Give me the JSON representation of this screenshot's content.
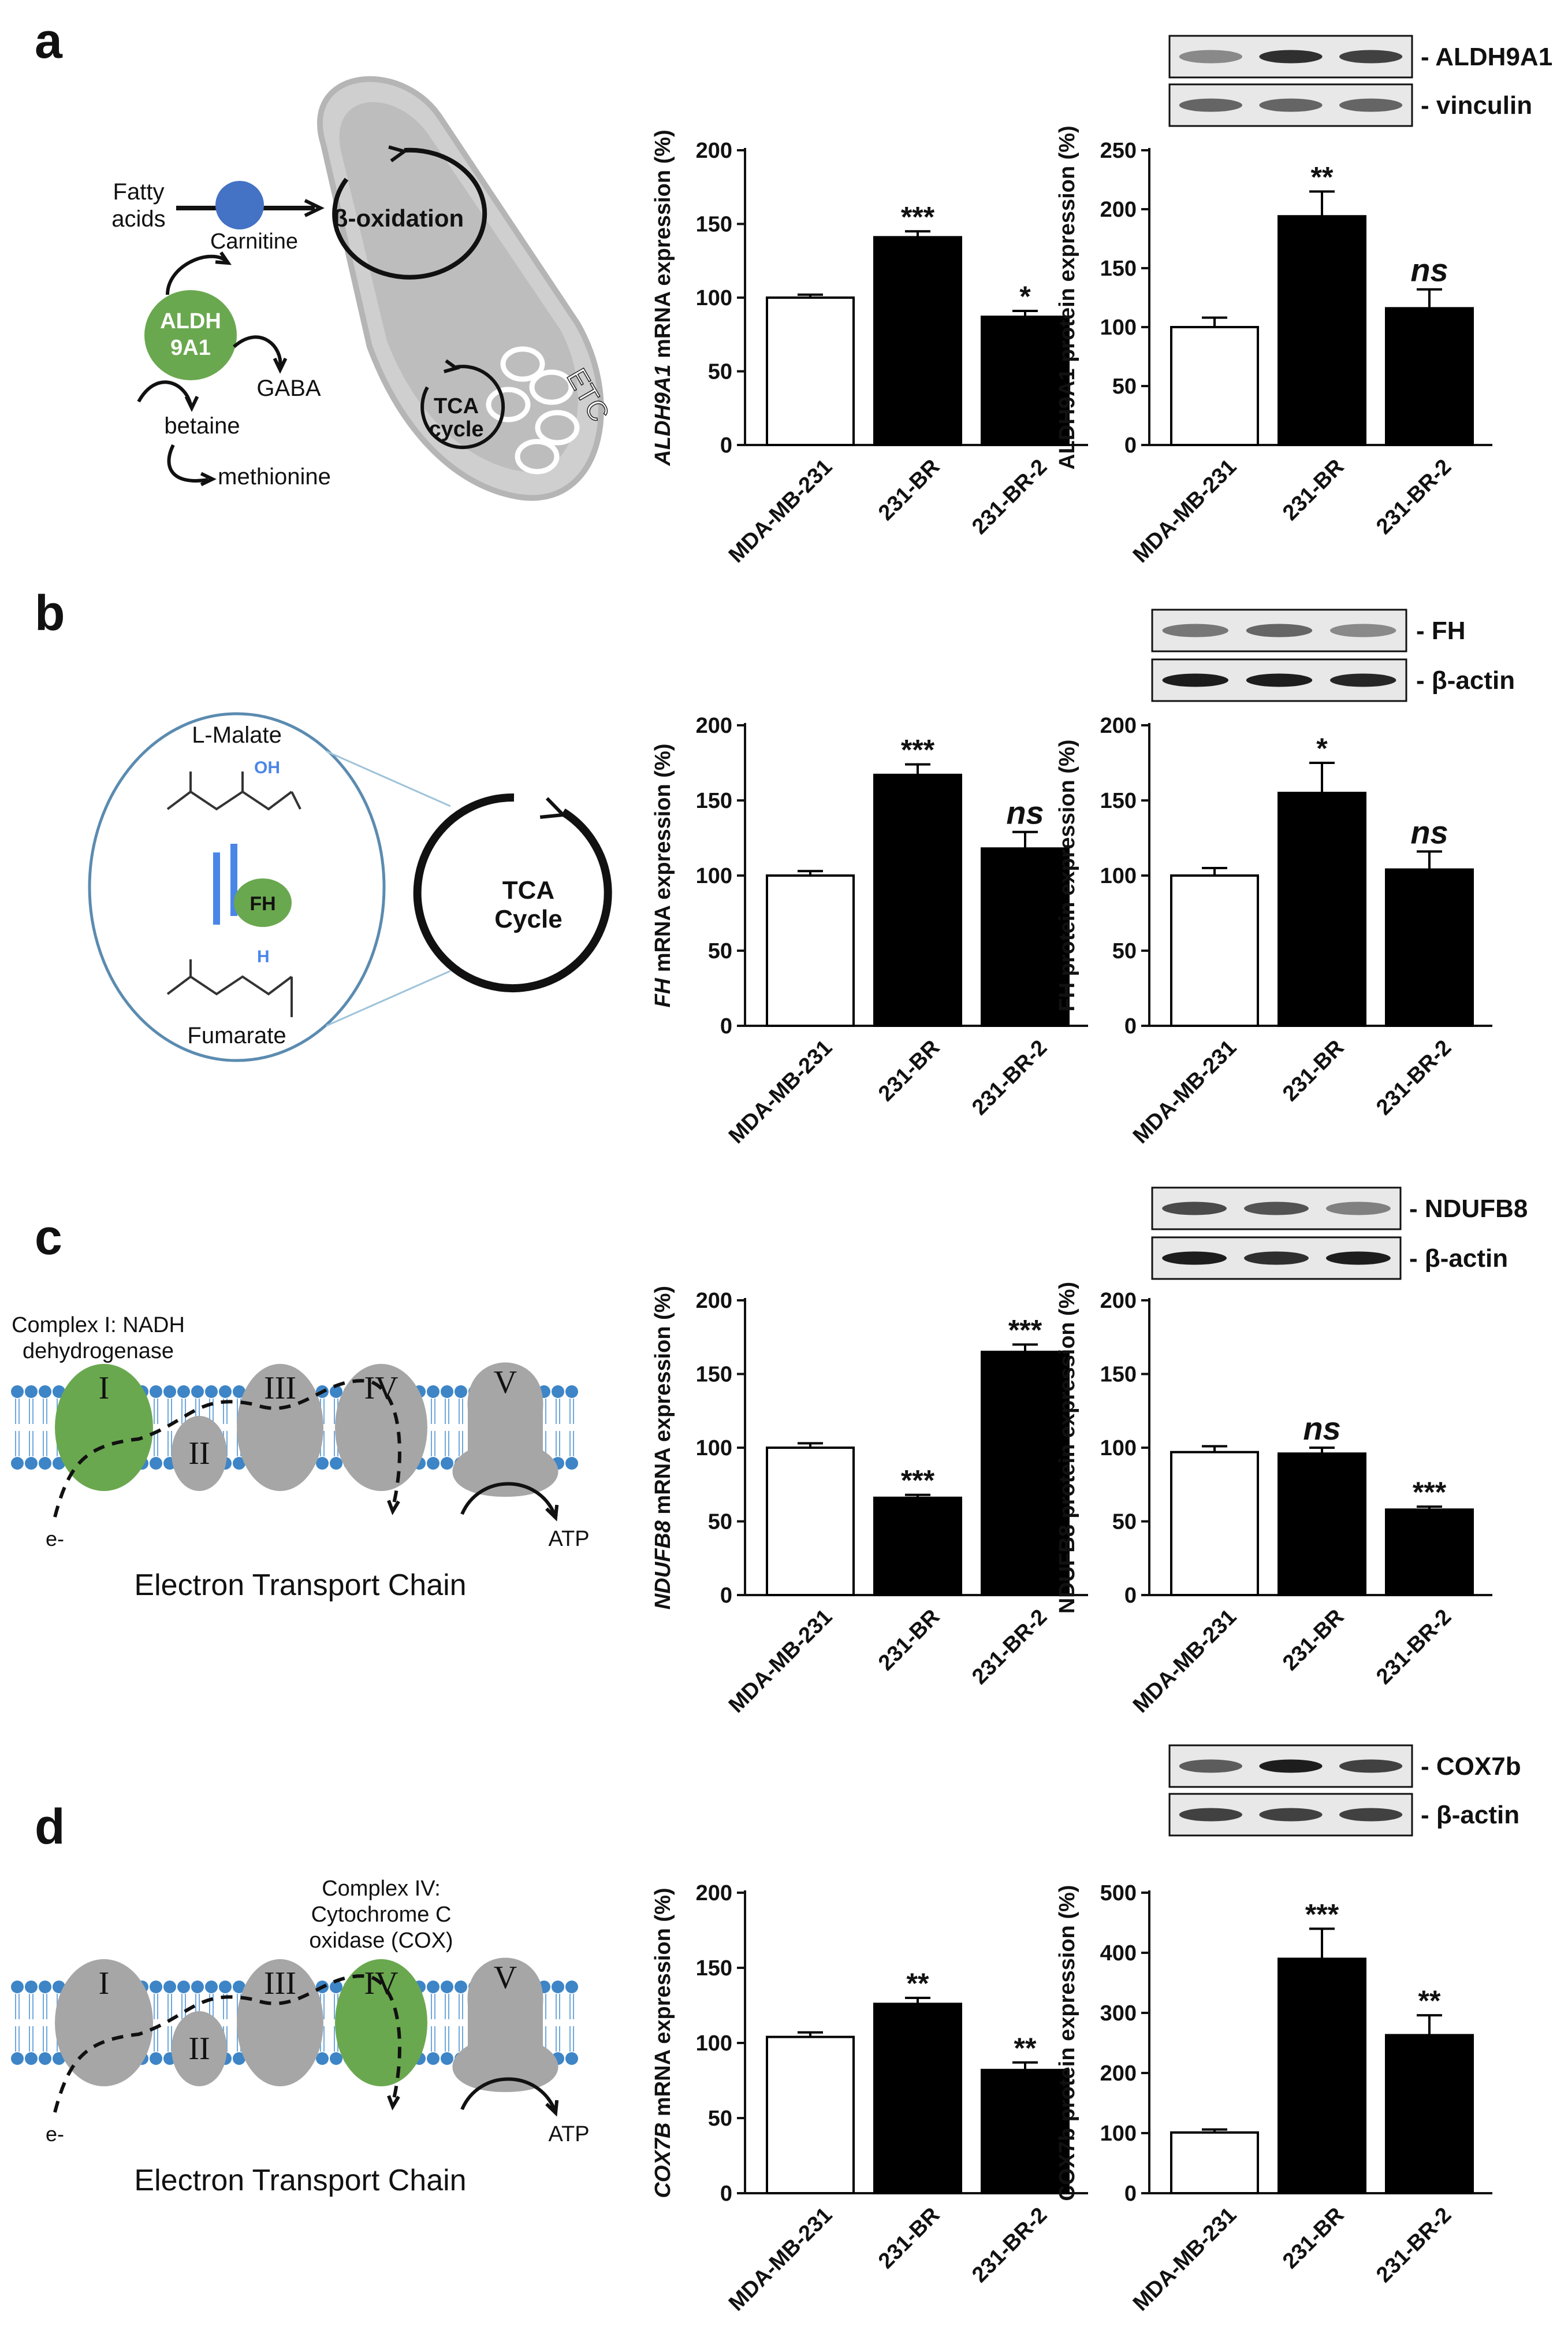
{
  "panels": [
    {
      "letter": "a",
      "diagram": {
        "kind": "aldh9a1",
        "labels": {
          "fatty_acids_1": "Fatty",
          "fatty_acids_2": "acids",
          "carnitine": "Carnitine",
          "enzyme_1": "ALDH",
          "enzyme_2": "9A1",
          "gaba": "GABA",
          "betaine": "betaine",
          "methionine": "methionine",
          "beta_ox": "β-oxidation",
          "tca_1": "TCA",
          "tca_2": "cycle",
          "etc": "ETC"
        }
      },
      "blot": {
        "rows": [
          "- ALDH9A1",
          "- vinculin"
        ],
        "bands": [
          [
            0.35,
            0.85,
            0.75
          ],
          [
            0.55,
            0.55,
            0.55
          ]
        ]
      },
      "charts": [
        {
          "ylabel_italic": "ALDH9A1",
          "ylabel_rest": " mRNA expression (%)"
        },
        {
          "ylabel_italic": "",
          "ylabel_rest": "ALDH9A1 protein expression (%)"
        }
      ]
    },
    {
      "letter": "b",
      "diagram": {
        "kind": "fh",
        "labels": {
          "malate": "L-Malate",
          "fumarate": "Fumarate",
          "enzyme": "FH",
          "oh": "OH",
          "h": "H",
          "tca_1": "TCA",
          "tca_2": "Cycle"
        }
      },
      "blot": {
        "rows": [
          "- FH",
          "- β-actin"
        ],
        "bands": [
          [
            0.45,
            0.55,
            0.35
          ],
          [
            0.95,
            0.95,
            0.9
          ]
        ]
      },
      "charts": [
        {
          "ylabel_italic": "FH",
          "ylabel_rest": " mRNA expression (%)"
        },
        {
          "ylabel_italic": "",
          "ylabel_rest": "FH protein expression (%)"
        }
      ]
    },
    {
      "letter": "c",
      "diagram": {
        "kind": "etc",
        "highlight": "I",
        "labels": {
          "title_1": "Complex I: NADH",
          "title_2": "dehydrogenase",
          "e": "e-",
          "atp": "ATP",
          "chain": "Electron Transport Chain"
        }
      },
      "blot": {
        "rows": [
          "- NDUFB8",
          "- β-actin"
        ],
        "bands": [
          [
            0.7,
            0.65,
            0.4
          ],
          [
            0.95,
            0.85,
            0.95
          ]
        ]
      },
      "charts": [
        {
          "ylabel_italic": "NDUFB8",
          "ylabel_rest": " mRNA expression (%)"
        },
        {
          "ylabel_italic": "",
          "ylabel_rest": "NDUFB8 protein expression (%)"
        }
      ]
    },
    {
      "letter": "d",
      "diagram": {
        "kind": "etc",
        "highlight": "IV",
        "labels": {
          "title_0": "Complex IV:",
          "title_1": "Cytochrome C",
          "title_2": "oxidase (COX)",
          "e": "e-",
          "atp": "ATP",
          "chain": "Electron Transport Chain"
        }
      },
      "blot": {
        "rows": [
          "- COX7b",
          "- β-actin"
        ],
        "bands": [
          [
            0.6,
            0.95,
            0.75
          ],
          [
            0.75,
            0.75,
            0.75
          ]
        ]
      },
      "charts": [
        {
          "ylabel_italic": "COX7B",
          "ylabel_rest": " mRNA expression (%)"
        },
        {
          "ylabel_italic": "",
          "ylabel_rest": "COX7b protein expression (%)"
        }
      ]
    }
  ],
  "chart_data": [
    {
      "panel": "a",
      "type": "bar",
      "categories": [
        "MDA-MB-231",
        "231-BR",
        "231-BR-2"
      ],
      "values": [
        100,
        141,
        87
      ],
      "errors": [
        2,
        4,
        4
      ],
      "significance": [
        "",
        "***",
        "*"
      ],
      "ylabel": "ALDH9A1 mRNA expression (%)",
      "ylim": [
        0,
        200
      ],
      "yticks": [
        0,
        50,
        100,
        150,
        200
      ]
    },
    {
      "panel": "a",
      "type": "bar",
      "categories": [
        "MDA-MB-231",
        "231-BR",
        "231-BR-2"
      ],
      "values": [
        100,
        194,
        116
      ],
      "errors": [
        8,
        21,
        16
      ],
      "significance": [
        "",
        "**",
        "ns"
      ],
      "ylabel": "ALDH9A1 protein expression (%)",
      "ylim": [
        0,
        250
      ],
      "yticks": [
        0,
        50,
        100,
        150,
        200,
        250
      ]
    },
    {
      "panel": "b",
      "type": "bar",
      "categories": [
        "MDA-MB-231",
        "231-BR",
        "231-BR-2"
      ],
      "values": [
        100,
        167,
        118
      ],
      "errors": [
        3,
        7,
        11
      ],
      "significance": [
        "",
        "***",
        "ns"
      ],
      "ylabel": "FH mRNA expression (%)",
      "ylim": [
        0,
        200
      ],
      "yticks": [
        0,
        50,
        100,
        150,
        200
      ]
    },
    {
      "panel": "b",
      "type": "bar",
      "categories": [
        "MDA-MB-231",
        "231-BR",
        "231-BR-2"
      ],
      "values": [
        100,
        155,
        104
      ],
      "errors": [
        5,
        20,
        12
      ],
      "significance": [
        "",
        "*",
        "ns"
      ],
      "ylabel": "FH protein expression (%)",
      "ylim": [
        0,
        200
      ],
      "yticks": [
        0,
        50,
        100,
        150,
        200
      ]
    },
    {
      "panel": "c",
      "type": "bar",
      "categories": [
        "MDA-MB-231",
        "231-BR",
        "231-BR-2"
      ],
      "values": [
        100,
        66,
        165
      ],
      "errors": [
        3,
        2,
        5
      ],
      "significance": [
        "",
        "***",
        "***"
      ],
      "ylabel": "NDUFB8 mRNA expression (%)",
      "ylim": [
        0,
        200
      ],
      "yticks": [
        0,
        50,
        100,
        150,
        200
      ]
    },
    {
      "panel": "c",
      "type": "bar",
      "categories": [
        "MDA-MB-231",
        "231-BR",
        "231-BR-2"
      ],
      "values": [
        97,
        96,
        58
      ],
      "errors": [
        4,
        4,
        2
      ],
      "significance": [
        "",
        "ns",
        "***"
      ],
      "ylabel": "NDUFB8 protein expression (%)",
      "ylim": [
        0,
        200
      ],
      "yticks": [
        0,
        50,
        100,
        150,
        200
      ]
    },
    {
      "panel": "d",
      "type": "bar",
      "categories": [
        "MDA-MB-231",
        "231-BR",
        "231-BR-2"
      ],
      "values": [
        104,
        126,
        82
      ],
      "errors": [
        3,
        4,
        5
      ],
      "significance": [
        "",
        "**",
        "**"
      ],
      "ylabel": "COX7B mRNA expression (%)",
      "ylim": [
        0,
        200
      ],
      "yticks": [
        0,
        50,
        100,
        150,
        200
      ]
    },
    {
      "panel": "d",
      "type": "bar",
      "categories": [
        "MDA-MB-231",
        "231-BR",
        "231-BR-2"
      ],
      "values": [
        101,
        390,
        263
      ],
      "errors": [
        5,
        50,
        33
      ],
      "significance": [
        "",
        "***",
        "**"
      ],
      "ylabel": "COX7b protein expression (%)",
      "ylim": [
        0,
        500
      ],
      "yticks": [
        0,
        100,
        200,
        300,
        400,
        500
      ]
    }
  ]
}
